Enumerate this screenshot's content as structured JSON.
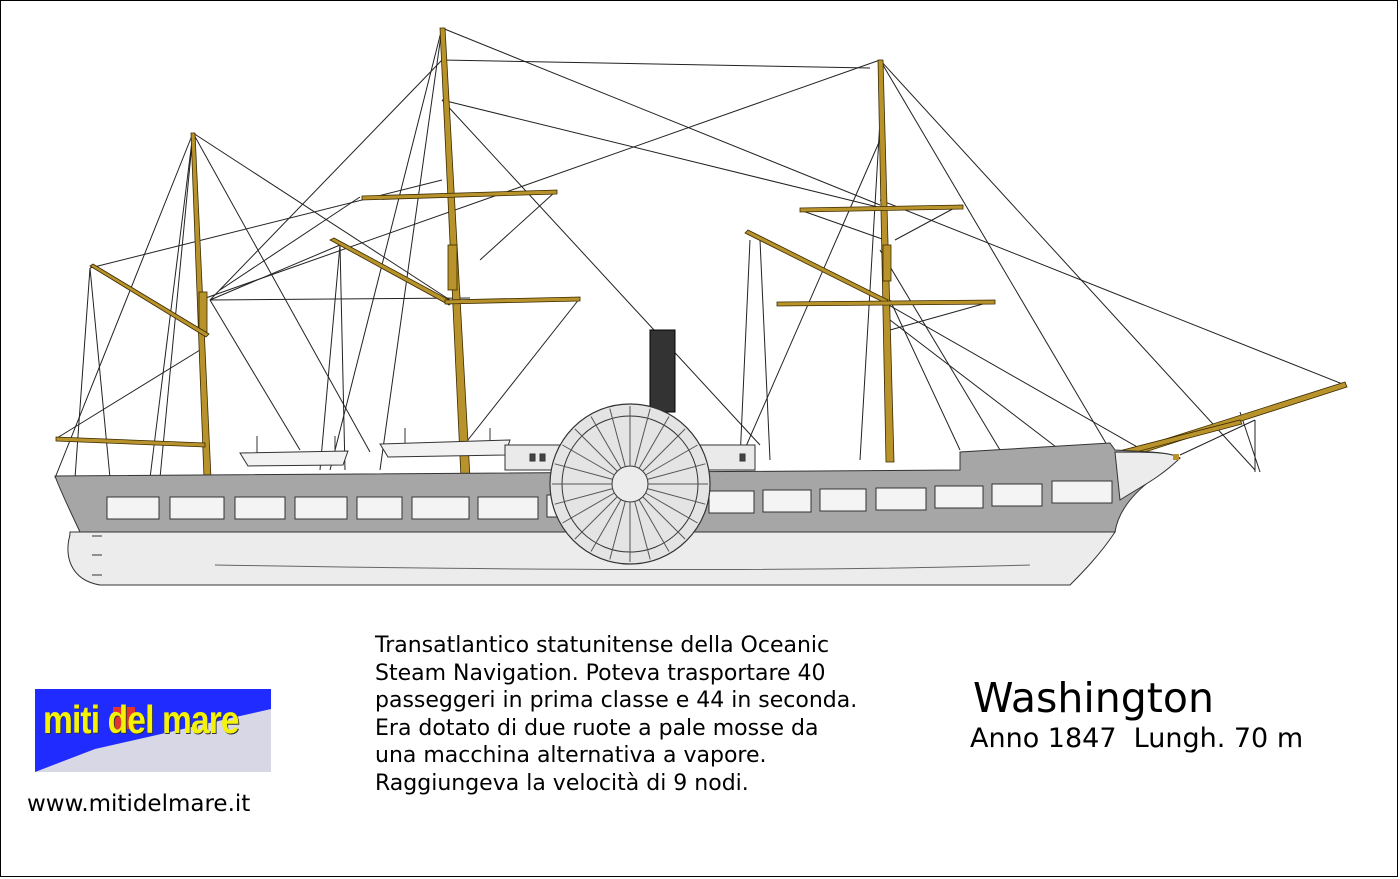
{
  "ship": {
    "name": "Washington",
    "details": "Anno 1847  Lungh. 70 m",
    "description": "Transatlantico statunitense della Oceanic\nSteam Navigation. Poteva trasportare 40\npasseggeri in prima classe e 44 in seconda.\nEra dotato di due ruote a pale mosse da\nuna macchina alternativa a vapore.\nRaggiungeva la velocità di 9 nodi."
  },
  "logo": {
    "text": "miti del mare"
  },
  "website": {
    "url": "www.mitidelmare.it"
  },
  "colors": {
    "hull_gray": "#a6a6a6",
    "hull_light": "#ececec",
    "mast": "#b8922a",
    "funnel": "#333333",
    "logo_bg": "#1f2bff",
    "logo_text": "#f5f20a"
  }
}
